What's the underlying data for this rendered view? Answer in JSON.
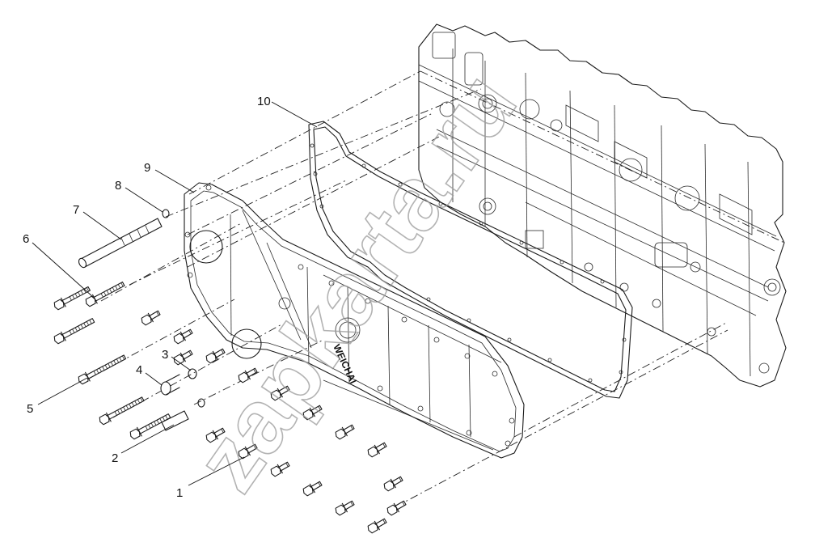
{
  "diagram": {
    "callouts": [
      {
        "id": "1",
        "label": "1"
      },
      {
        "id": "2",
        "label": "2"
      },
      {
        "id": "3",
        "label": "3"
      },
      {
        "id": "4",
        "label": "4"
      },
      {
        "id": "5",
        "label": "5"
      },
      {
        "id": "6",
        "label": "6"
      },
      {
        "id": "7",
        "label": "7"
      },
      {
        "id": "8",
        "label": "8"
      },
      {
        "id": "9",
        "label": "9"
      },
      {
        "id": "10",
        "label": "10"
      }
    ],
    "cover_logo": "WEICHAI",
    "watermark": "zapkarta.ru",
    "line_color": "#1a1a1a",
    "watermark_color": "#9a9a9a"
  }
}
